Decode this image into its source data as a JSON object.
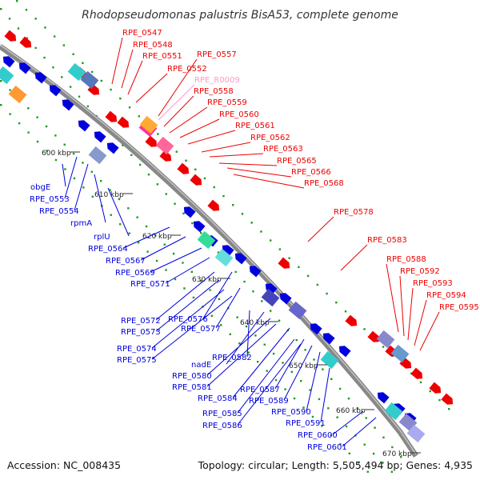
{
  "title": "Rhodopseudomonas palustris BisA53, complete genome",
  "footer": {
    "accession": "Accession: NC_008435",
    "summary": "Topology: circular; Length: 5,505,494 bp; Genes: 4,935"
  },
  "colors": {
    "forward": "#ee0000",
    "reverse": "#0000dd",
    "rna": "#ff99cc",
    "backbone": "#888888",
    "tick": "#229922"
  },
  "ruler_ticks": [
    "600 kbp",
    "610 kbp",
    "620 kbp",
    "630 kbp",
    "640 kbp",
    "650 kbp",
    "660 kbp",
    "670 kbp"
  ],
  "forward_labels": [
    {
      "text": "RPE_0547",
      "type": "cds"
    },
    {
      "text": "RPE_0548",
      "type": "cds"
    },
    {
      "text": "RPE_0551",
      "type": "cds"
    },
    {
      "text": "RPE_0557",
      "type": "cds"
    },
    {
      "text": "RPE_0552",
      "type": "cds"
    },
    {
      "text": "RPE_R0009",
      "type": "rna"
    },
    {
      "text": "RPE_0558",
      "type": "cds"
    },
    {
      "text": "RPE_0559",
      "type": "cds"
    },
    {
      "text": "RPE_0560",
      "type": "cds"
    },
    {
      "text": "RPE_0561",
      "type": "cds"
    },
    {
      "text": "RPE_0562",
      "type": "cds"
    },
    {
      "text": "RPE_0563",
      "type": "cds"
    },
    {
      "text": "RPE_0565",
      "type": "cds"
    },
    {
      "text": "RPE_0566",
      "type": "cds"
    },
    {
      "text": "RPE_0568",
      "type": "cds"
    },
    {
      "text": "RPE_0578",
      "type": "cds"
    },
    {
      "text": "RPE_0583",
      "type": "cds"
    },
    {
      "text": "RPE_0588",
      "type": "cds"
    },
    {
      "text": "RPE_0592",
      "type": "cds"
    },
    {
      "text": "RPE_0593",
      "type": "cds"
    },
    {
      "text": "RPE_0594",
      "type": "cds"
    },
    {
      "text": "RPE_0595",
      "type": "cds"
    }
  ],
  "reverse_labels": [
    {
      "text": "obgE"
    },
    {
      "text": "RPE_0553"
    },
    {
      "text": "RPE_0554"
    },
    {
      "text": "rpmA"
    },
    {
      "text": "rplU"
    },
    {
      "text": "RPE_0564"
    },
    {
      "text": "RPE_0567"
    },
    {
      "text": "RPE_0569"
    },
    {
      "text": "RPE_0571"
    },
    {
      "text": "RPE_0572"
    },
    {
      "text": "RPE_0576"
    },
    {
      "text": "RPE_0573"
    },
    {
      "text": "RPE_0577"
    },
    {
      "text": "RPE_0574"
    },
    {
      "text": "RPE_0575"
    },
    {
      "text": "RPE_0582"
    },
    {
      "text": "nadE"
    },
    {
      "text": "RPE_0580"
    },
    {
      "text": "RPE_0581"
    },
    {
      "text": "RPE_0584"
    },
    {
      "text": "RPE_0587"
    },
    {
      "text": "RPE_0589"
    },
    {
      "text": "RPE_0585"
    },
    {
      "text": "RPE_0590"
    },
    {
      "text": "RPE_0586"
    },
    {
      "text": "RPE_0591"
    },
    {
      "text": "RPE_0600"
    },
    {
      "text": "RPE_0601"
    }
  ]
}
